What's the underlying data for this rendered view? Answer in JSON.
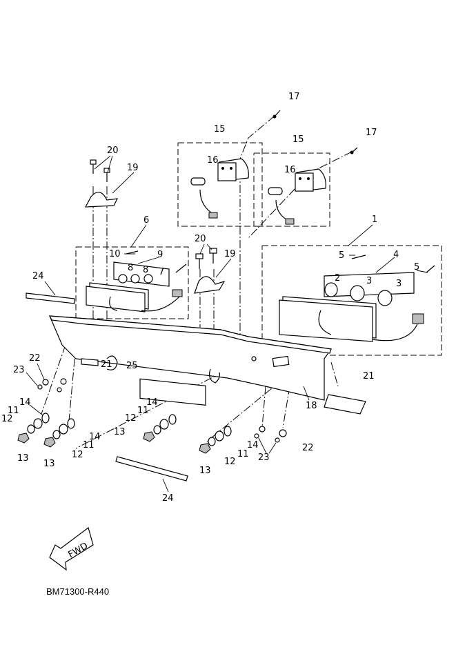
{
  "diagram_code": "BM71300-R440",
  "fwd_label": "FWD",
  "callouts": [
    "17",
    "17",
    "15",
    "15",
    "16",
    "16",
    "20",
    "19",
    "6",
    "1",
    "20",
    "19",
    "10",
    "9",
    "8",
    "8",
    "7",
    "5",
    "4",
    "5",
    "2",
    "3",
    "3",
    "24",
    "22",
    "23",
    "21",
    "25",
    "21",
    "18",
    "14",
    "11",
    "12",
    "13",
    "14",
    "12",
    "13",
    "11",
    "14",
    "11",
    "12",
    "13",
    "14",
    "11",
    "12",
    "13",
    "23",
    "22",
    "24"
  ]
}
